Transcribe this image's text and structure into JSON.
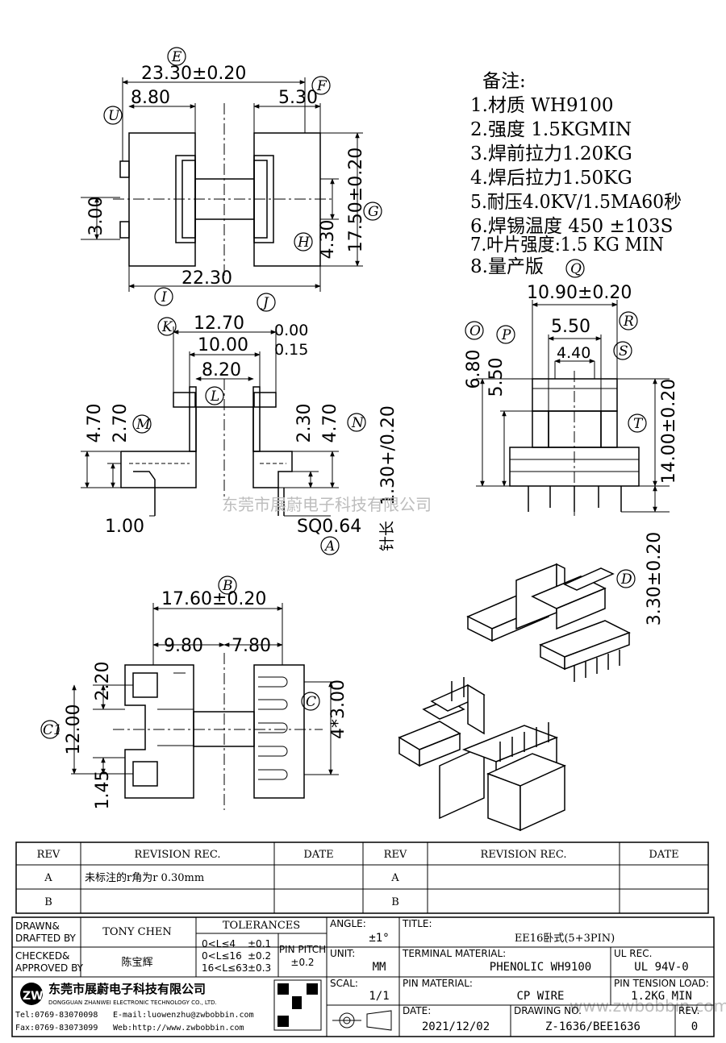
{
  "notes": {
    "title": "备注:",
    "items": [
      "1.材质 WH9100",
      "2.强度 1.5KGMIN",
      "3.焊前拉力1.20KG",
      "4.焊后拉力1.50KG",
      "5.耐压4.0KV/1.5MA60秒",
      "6.焊锡温度 450 ±103S",
      "7.叶片强度:1.5 KG MIN",
      "8.量产版"
    ]
  },
  "top_view": {
    "dims": {
      "E": "23.30±0.20",
      "U": "8.80",
      "F": "5.30",
      "height_left": "3.00",
      "H": "4.30",
      "G": "17.50±0.20",
      "I": "22.30"
    },
    "labels": [
      "E",
      "U",
      "F",
      "G",
      "H",
      "I",
      "J"
    ]
  },
  "front_view": {
    "dims": {
      "K": "12.70",
      "J": "10.00",
      "tol_top": "0.00",
      "tol_bottom": "0.15",
      "L": "8.20",
      "h1": "4.70",
      "M": "2.70",
      "h3": "2.30",
      "N": "4.70",
      "pin_len": "1.30+/0.20",
      "pin_len_note": "针长",
      "offset": "1.00",
      "A": "SQ0.64"
    },
    "labels": [
      "K",
      "J",
      "L",
      "M",
      "N",
      "A"
    ]
  },
  "side_view": {
    "dims": {
      "Q": "10.90±0.20",
      "R": "5.50",
      "S": "4.40",
      "O": "6.80",
      "P": "5.50",
      "T": "14.00±0.20",
      "D": "3.30±0.20"
    },
    "labels": [
      "Q",
      "R",
      "S",
      "O",
      "P",
      "T",
      "D"
    ]
  },
  "bottom_view": {
    "dims": {
      "B": "17.60±0.20",
      "left": "9.80",
      "right": "7.80",
      "h_top": "2.20",
      "C1": "12.00",
      "h_bottom": "1.45",
      "C": "4*3.00"
    },
    "labels": [
      "B",
      "C",
      "C1"
    ]
  },
  "watermark": "东莞市展蔚电子科技有限公司",
  "watermark2": "www.zwbobbin.com",
  "revision_table": {
    "headers": [
      "REV",
      "REVISION REC.",
      "DATE",
      "REV",
      "REVISION REC.",
      "DATE"
    ],
    "rows": [
      [
        "A",
        "未标注的r角为r 0.30mm",
        "",
        "A",
        "",
        ""
      ],
      [
        "B",
        "",
        "",
        "B",
        "",
        ""
      ]
    ]
  },
  "title_block": {
    "drawn_label": "DRAWN&\nDRAFTED BY",
    "drawn_value": "TONY CHEN",
    "checked_label": "CHECKED&\nAPPROVED BY",
    "checked_value": "陈宝辉",
    "tolerances_label": "TOLERANCES",
    "tol_rows": [
      [
        "0<L≤4",
        "±0.1"
      ],
      [
        "0<L≤16",
        "±0.2"
      ],
      [
        "16<L≤63",
        "±0.3"
      ]
    ],
    "pin_pitch_label": "PIN PITCH",
    "pin_pitch_value": "±0.2",
    "angle_label": "ANGLE:",
    "angle_value": "±1°",
    "unit_label": "UNIT:",
    "unit_value": "MM",
    "scal_label": "SCAL:",
    "scal_value": "1/1",
    "title_label": "TITLE:",
    "title_value": "EE16卧式(5+3PIN)",
    "terminal_label": "TERMINAL MATERIAL:",
    "terminal_value": "PHENOLIC WH9100",
    "ul_label": "UL REC.",
    "ul_value": "UL 94V-0",
    "pin_material_label": "PIN MATERIAL:",
    "pin_material_value": "CP WIRE",
    "pin_tension_label": "PIN TENSION LOAD:",
    "pin_tension_value": "1.2KG MIN",
    "date_label": "DATE:",
    "date_value": "2021/12/02",
    "drawing_no_label": "DRAWING NO.",
    "drawing_no_value": "Z-1636/BEE1636",
    "rev_label": "REV.",
    "rev_value": "0",
    "company_cn": "东莞市展蔚电子科技有限公司",
    "company_en": "DONGGUAN ZHANWEI ELECTRONIC TECHNOLOGY CO., LTD.",
    "tel": "Tel:0769-83070098",
    "email": "E-mail:luowenzhu@zwbobbin.com",
    "fax": "Fax:0769-83073099",
    "web": "Web:http://www.zwbobbin.com"
  }
}
